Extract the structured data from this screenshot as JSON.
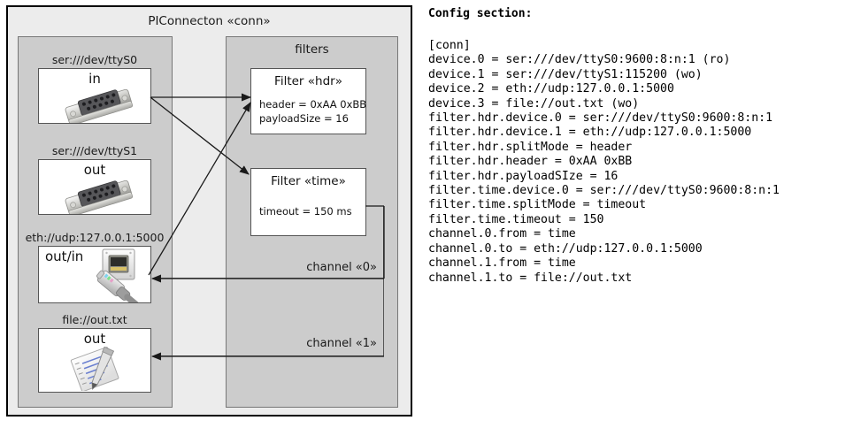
{
  "diagram": {
    "outer": {
      "title": "PIConnecton «conn»"
    },
    "devices_panel": {
      "title": "",
      "nodes": [
        {
          "label": "ser:///dev/ttyS0",
          "direction": "in",
          "icon": "serial-connector-icon"
        },
        {
          "label": "ser:///dev/ttyS1",
          "direction": "out",
          "icon": "serial-connector-icon"
        },
        {
          "label": "eth://udp:127.0.0.1:5000",
          "direction": "out/in",
          "icon": "ethernet-jack-icon"
        },
        {
          "label": "file://out.txt",
          "direction": "out",
          "icon": "text-file-pencil-icon"
        }
      ]
    },
    "filters_panel": {
      "title": "filters",
      "filters": [
        {
          "title": "Filter «hdr»",
          "props": [
            "header = 0xAA 0xBB",
            "payloadSize = 16"
          ]
        },
        {
          "title": "Filter «time»",
          "props": [
            "timeout = 150 ms"
          ]
        }
      ]
    },
    "channels": [
      {
        "label": "channel «0»"
      },
      {
        "label": "channel «1»"
      }
    ]
  },
  "config": {
    "heading": "Config section:",
    "text": "[conn]\ndevice.0 = ser:///dev/ttyS0:9600:8:n:1 (ro)\ndevice.1 = ser:///dev/ttyS1:115200 (wo)\ndevice.2 = eth://udp:127.0.0.1:5000\ndevice.3 = file://out.txt (wo)\nfilter.hdr.device.0 = ser:///dev/ttyS0:9600:8:n:1\nfilter.hdr.device.1 = eth://udp:127.0.0.1:5000\nfilter.hdr.splitMode = header\nfilter.hdr.header = 0xAA 0xBB\nfilter.hdr.payloadSIze = 16\nfilter.time.device.0 = ser:///dev/ttyS0:9600:8:n:1\nfilter.time.splitMode = timeout\nfilter.time.timeout = 150\nchannel.0.from = time\nchannel.0.to = eth://udp:127.0.0.1:5000\nchannel.1.from = time\nchannel.1.to = file://out.txt"
  },
  "colors": {
    "outer_bg": "#ececec",
    "panel_bg": "#cccccc",
    "node_bg": "#ffffff",
    "stroke": "#333333"
  }
}
